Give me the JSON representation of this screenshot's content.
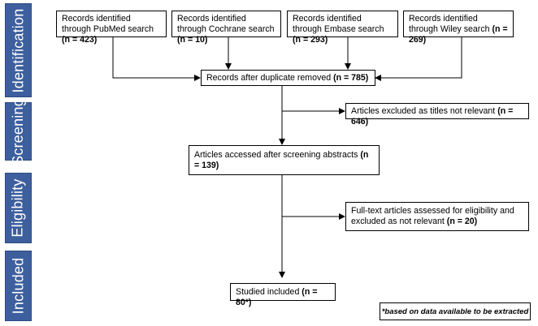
{
  "stages": {
    "identification": "Identification",
    "screening": "Screening",
    "eligibility": "Eligibility",
    "included": "Included"
  },
  "sources": [
    {
      "text": "Records identified through PubMed search",
      "count": "(n = 423)"
    },
    {
      "text": "Records identified through Cochrane search",
      "count": "(n = 10)"
    },
    {
      "text": "Records identified through Embase search",
      "count": "(n = 293)"
    },
    {
      "text": "Records identified through Wiley search",
      "count": "(n = 269)"
    }
  ],
  "after_duplicates": {
    "text": "Records after duplicate removed",
    "count": "(n = 785)"
  },
  "excluded_titles": {
    "text": "Articles excluded as titles not relevant",
    "count": "(n = 646)"
  },
  "accessed": {
    "text": "Articles accessed after screening abstracts",
    "count": "(n = 139)"
  },
  "excluded_fulltext": {
    "text": "Full-text articles assessed for eligibility and excluded as not relevant",
    "count": "(n = 20)"
  },
  "included": {
    "text": "Studied included",
    "count": "(n = 80*)"
  },
  "footnote": "*based on data available to be extracted"
}
